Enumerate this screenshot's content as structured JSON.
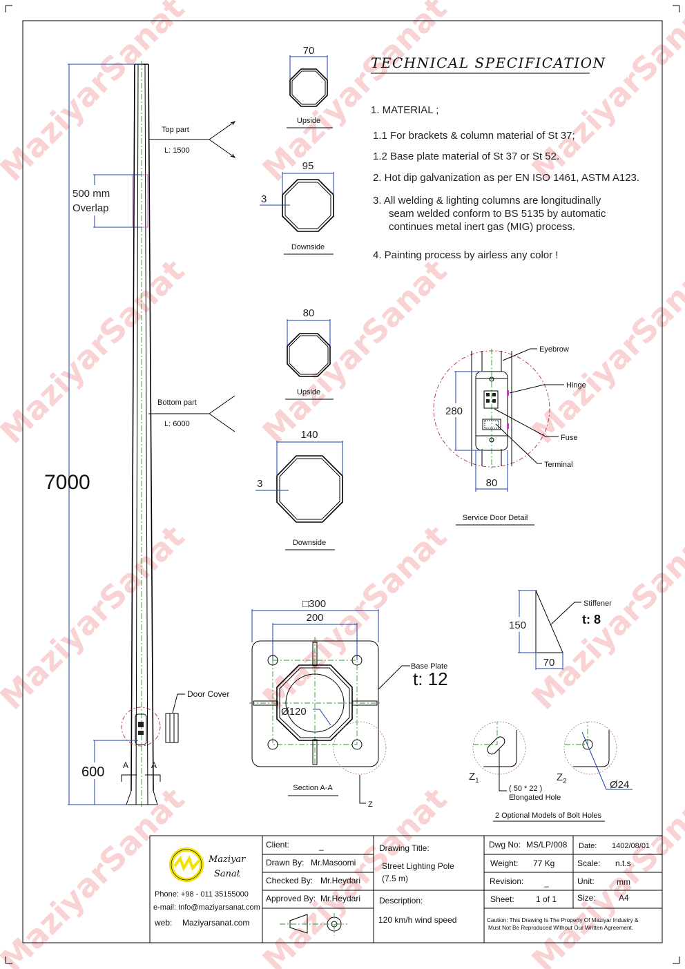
{
  "watermark": "MaziyarSanat",
  "spec": {
    "title": "TECHNICAL SPECIFICATION",
    "items": [
      "1. MATERIAL ;",
      "1.1  For brackets & column material of St 37;",
      "1.2  Base plate material of St 37 or St 52.",
      "2.  Hot dip galvanization as per EN ISO 1461, ASTM A123.",
      "3.  All welding & lighting columns are longitudinally",
      "seam welded conform to BS 5135 by automatic",
      "continues metal inert gas (MIG) process.",
      "4.  Painting process by airless any color !"
    ]
  },
  "pole": {
    "total_height": "7000",
    "door_height": "600",
    "overlap": [
      "500 mm",
      "Overlap"
    ],
    "top_part": {
      "label": "Top part",
      "length": "L: 1500"
    },
    "bottom_part": {
      "label": "Bottom part",
      "length": "L: 6000"
    },
    "section_mark": "A",
    "door_cover": "Door Cover"
  },
  "sections": [
    {
      "dim": "70",
      "label": "Upside"
    },
    {
      "dim": "95",
      "thickness": "3",
      "label": "Downside"
    },
    {
      "dim": "80",
      "label": "Upside"
    },
    {
      "dim": "140",
      "thickness": "3",
      "label": "Downside"
    }
  ],
  "service_door": {
    "title": "Service Door Detail",
    "height": "280",
    "width": "80",
    "labels": {
      "eyebrow": "Eyebrow",
      "hinge": "Hinge",
      "fuse": "Fuse",
      "terminal": "Terminal"
    }
  },
  "base_plate": {
    "outer": "□300",
    "bolt_spacing": "200",
    "bore": "Ø120",
    "label": "Base Plate",
    "thickness": "t: 12",
    "section": "Section A-A",
    "detail_mark": "Z"
  },
  "stiffener": {
    "label": "Stiffener",
    "thickness": "t: 8",
    "height": "150",
    "width": "70"
  },
  "bolt_holes": {
    "title": "2 Optional Models of Bolt Holes",
    "z1": "Z",
    "z1_sub": "1",
    "z2": "Z",
    "z2_sub": "2",
    "elongated": [
      "( 50 * 22 )",
      "Elongated Hole"
    ],
    "round": "Ø24"
  },
  "title_block": {
    "company": [
      "Maziyar",
      "Sanat"
    ],
    "phone": "Phone: +98 - 011 35155000",
    "email": "e-mail:  Info@maziyarsanat.com",
    "web_label": "web:",
    "web": "Maziyarsanat.com",
    "client_label": "Client:",
    "client": "_",
    "drawn_label": "Drawn By:",
    "drawn": "Mr.Masoomi",
    "checked_label": "Checked By:",
    "checked": "Mr.Heydari",
    "approved_label": "Approved By:",
    "approved": "Mr.Heydari",
    "drawing_title_label": "Drawing Title:",
    "drawing_title": [
      "Street Lighting Pole",
      "(7.5 m)"
    ],
    "description_label": "Description:",
    "description": "120 km/h wind speed",
    "dwg_label": "Dwg No:",
    "dwg": "MS/LP/008",
    "date_label": "Date:",
    "date": "1402/08/01",
    "weight_label": "Weight:",
    "weight": "77 Kg",
    "scale_label": "Scale:",
    "scale": "n.t.s",
    "revision_label": "Revision:",
    "revision": "_",
    "unit_label": "Unit:",
    "unit": "mm",
    "sheet_label": "Sheet:",
    "sheet": "1 of 1",
    "size_label": "Size:",
    "size": "A4",
    "caution": [
      "Caution: This Drawing Is The Property Of Maziyar Industry &",
      "Must Not Be Reproduced Without Our Written Agreement."
    ]
  },
  "colors": {
    "dimension": "#1a3fa8",
    "centerline": "#2a9d2a",
    "detail_circle": "#b02a3a",
    "logo": "#f2e200"
  }
}
